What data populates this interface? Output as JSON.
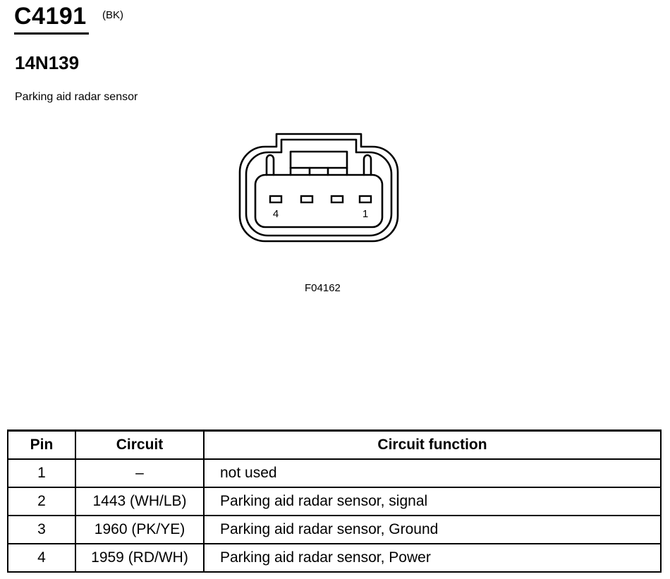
{
  "connector": {
    "id": "C4191",
    "color": "(BK)",
    "part_number": "14N139",
    "description": "Parking aid radar sensor",
    "figure_code": "F04162",
    "pin_label_left": "4",
    "pin_label_right": "1"
  },
  "table": {
    "headers": [
      "Pin",
      "Circuit",
      "Circuit function"
    ],
    "rows": [
      {
        "pin": "1",
        "circuit": "–",
        "function": "not used"
      },
      {
        "pin": "2",
        "circuit": "1443 (WH/LB)",
        "function": "Parking aid radar sensor, signal"
      },
      {
        "pin": "3",
        "circuit": "1960 (PK/YE)",
        "function": "Parking aid radar sensor, Ground"
      },
      {
        "pin": "4",
        "circuit": "1959 (RD/WH)",
        "function": "Parking aid radar sensor, Power"
      }
    ]
  }
}
